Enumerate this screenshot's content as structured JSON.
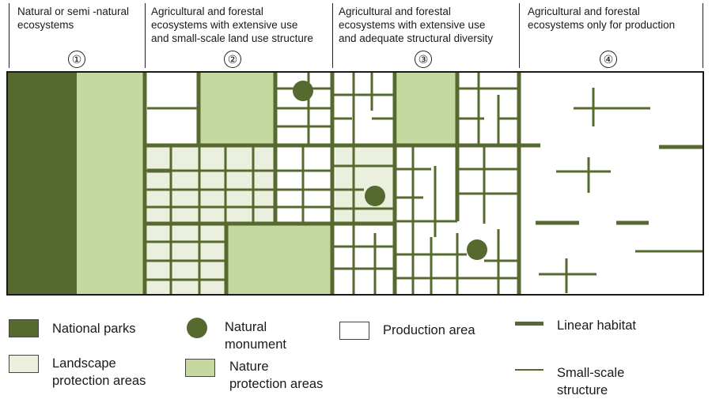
{
  "zones": [
    {
      "number": "①",
      "lines": [
        "Natural or semi -natural",
        "ecosystems"
      ]
    },
    {
      "number": "②",
      "lines": [
        "Agricultural and forestal",
        "ecosystems with extensive use",
        "and small-scale land use structure"
      ]
    },
    {
      "number": "③",
      "lines": [
        "Agricultural and forestal",
        "ecosystems with extensive use",
        "and adequate structural diversity"
      ]
    },
    {
      "number": "④",
      "lines": [
        "Agricultural and forestal",
        "ecosystems only for production"
      ]
    }
  ],
  "colors": {
    "national_park": "#56692e",
    "nature_protection": "#c4d8a0",
    "landscape_protection": "#eaf0dd",
    "production": "#ffffff",
    "line": "#56692e",
    "outline": "#1a1a1a"
  },
  "legend": {
    "national_parks": "National parks",
    "natural_monument": [
      "Natural",
      "monument"
    ],
    "production_area": "Production area",
    "linear_habitat": "Linear habitat",
    "landscape_protection": [
      "Landscape",
      "protection areas"
    ],
    "nature_protection": [
      "Nature",
      "protection areas"
    ],
    "small_scale_structure": [
      "Small-scale",
      "structure"
    ]
  }
}
